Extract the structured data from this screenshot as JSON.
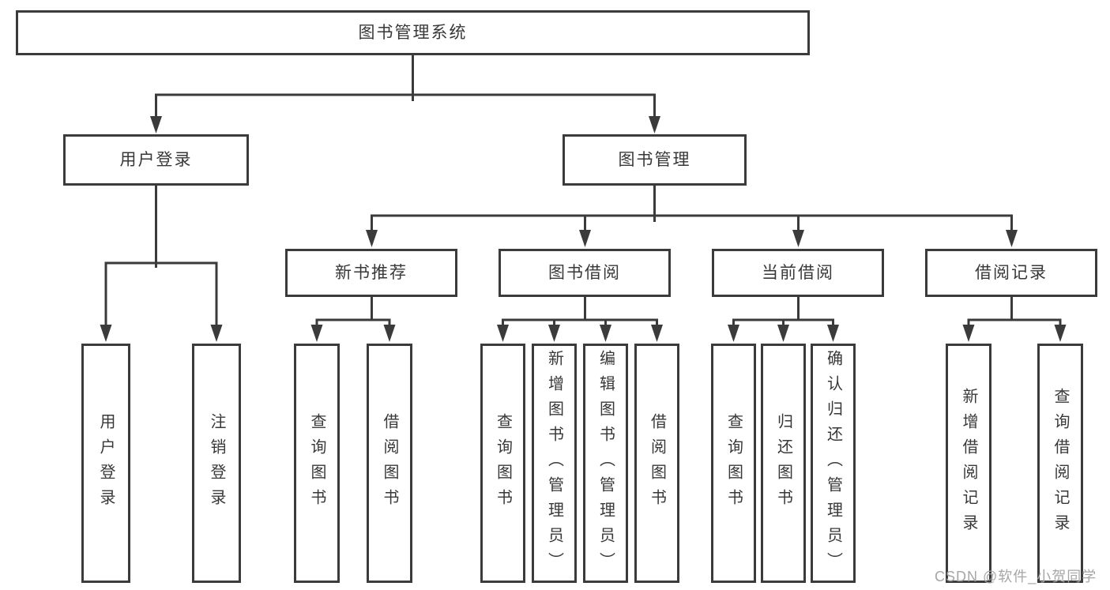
{
  "diagram_type": "functional-structure-tree",
  "hierarchy": {
    "label": "图书管理系统",
    "children": [
      {
        "label": "用户登录",
        "children": [
          {
            "label": "用户登录"
          },
          {
            "label": "注销登录"
          }
        ]
      },
      {
        "label": "图书管理",
        "children": [
          {
            "label": "新书推荐",
            "children": [
              {
                "label": "查询图书"
              },
              {
                "label": "借阅图书"
              }
            ]
          },
          {
            "label": "图书借阅",
            "children": [
              {
                "label": "查询图书"
              },
              {
                "label": "新增图书（管理员）"
              },
              {
                "label": "编辑图书（管理员）"
              },
              {
                "label": "借阅图书"
              }
            ]
          },
          {
            "label": "当前借阅",
            "children": [
              {
                "label": "查询图书"
              },
              {
                "label": "归还图书"
              },
              {
                "label": "确认归还（管理员）"
              }
            ]
          },
          {
            "label": "借阅记录",
            "children": [
              {
                "label": "新增借阅记录"
              },
              {
                "label": "查询借阅记录"
              }
            ]
          }
        ]
      }
    ]
  },
  "watermark": {
    "text": "CSDN @软件_小贺同学"
  },
  "colors": {
    "line": "#3b3b3b",
    "box_border": "#3b3b3b",
    "box_fill": "#ffffff",
    "text": "#383838",
    "watermark": "#a6a6a6",
    "background": "#ffffff"
  }
}
